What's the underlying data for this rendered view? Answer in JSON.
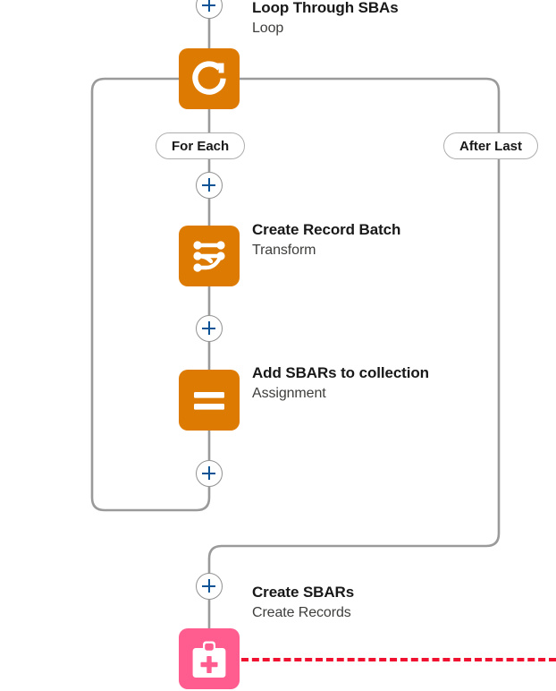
{
  "canvas": {
    "name": "flow-builder-canvas",
    "background": "#ffffff"
  },
  "colors": {
    "element_orange": "#dd7a01",
    "element_pink": "#ff5d8f",
    "connector_gray": "#9a9a9a",
    "plus_blue": "#0b5394",
    "fault_red": "#f01030",
    "title_text": "#181818",
    "subtitle_text": "#3e3e3c"
  },
  "nodes": [
    {
      "id": "loop",
      "title": "Loop Through SBAs",
      "subtitle": "Loop",
      "icon": "loop-icon",
      "color": "#dd7a01"
    },
    {
      "id": "transform",
      "title": "Create Record Batch",
      "subtitle": "Transform",
      "icon": "transform-icon",
      "color": "#dd7a01"
    },
    {
      "id": "assignment",
      "title": "Add SBARs to collection",
      "subtitle": "Assignment",
      "icon": "assignment-icon",
      "color": "#dd7a01"
    },
    {
      "id": "create-records",
      "title": "Create SBARs",
      "subtitle": "Create Records",
      "icon": "create-records-icon",
      "color": "#ff5d8f"
    }
  ],
  "branches": [
    {
      "id": "for-each",
      "label": "For Each"
    },
    {
      "id": "after-last",
      "label": "After Last"
    }
  ],
  "add_buttons": [
    {
      "id": "add-before-loop",
      "label": "+"
    },
    {
      "id": "add-before-transform",
      "label": "+"
    },
    {
      "id": "add-before-assignment",
      "label": "+"
    },
    {
      "id": "add-after-assignment",
      "label": "+"
    },
    {
      "id": "add-before-create-records",
      "label": "+"
    }
  ],
  "fault_connector": {
    "id": "fault-connector",
    "style": "dashed",
    "color": "#f01030"
  }
}
